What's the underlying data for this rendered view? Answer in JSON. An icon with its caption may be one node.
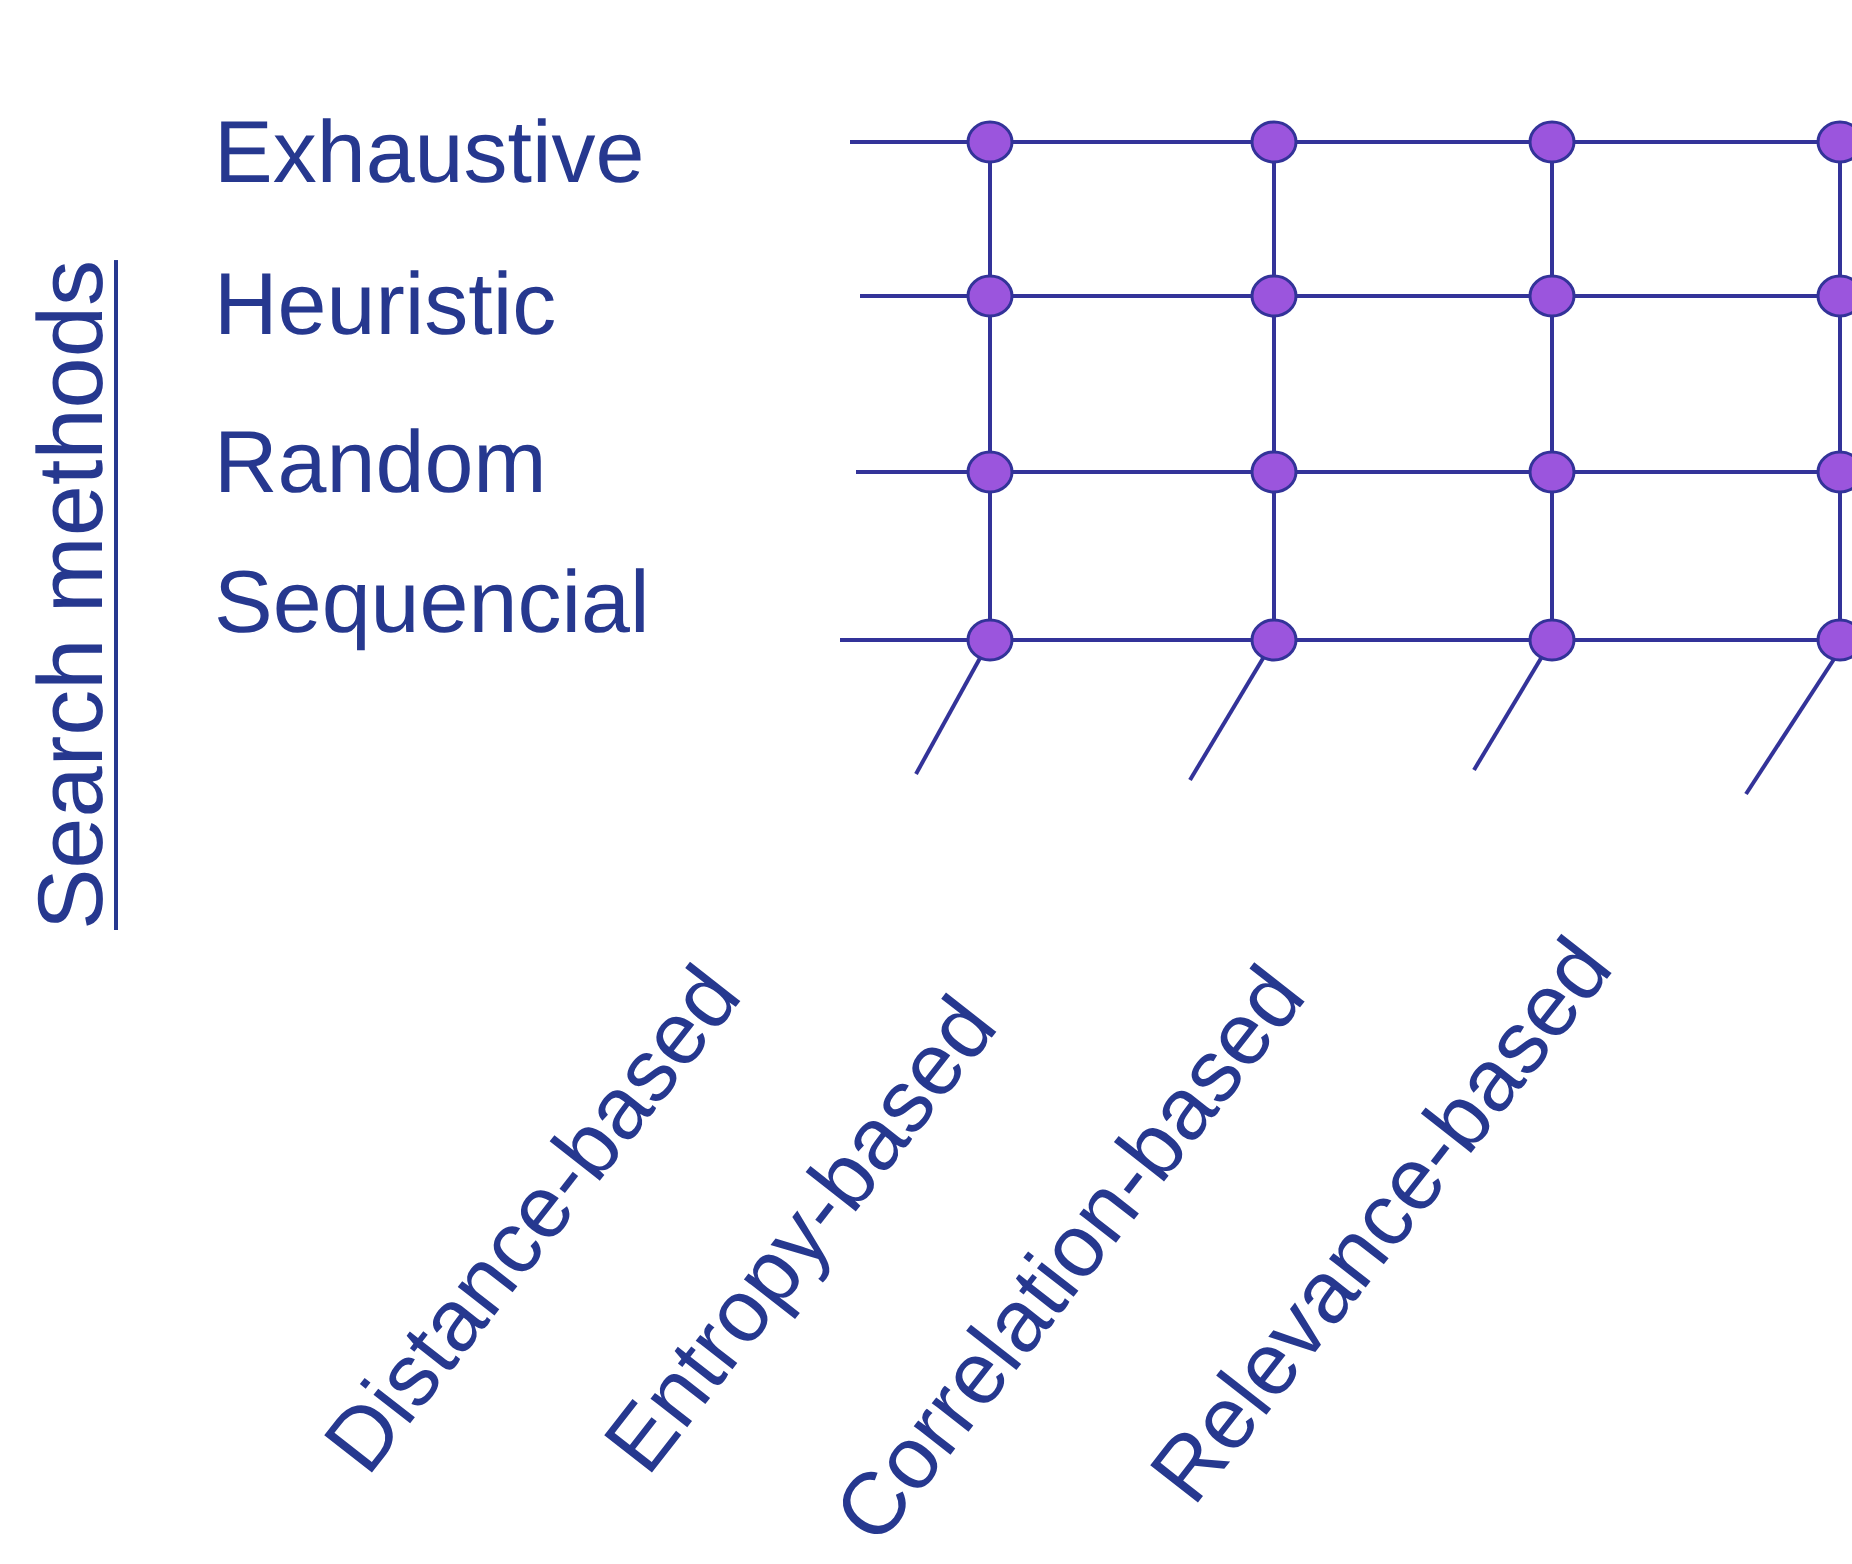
{
  "diagram": {
    "labels": [
      "Search methods",
      "Exhaustive",
      "Heuristic",
      "Random",
      "Sequencial",
      "Distance-based",
      "Entropy-based",
      "Correlation-based",
      "Relevance-based"
    ]
  }
}
